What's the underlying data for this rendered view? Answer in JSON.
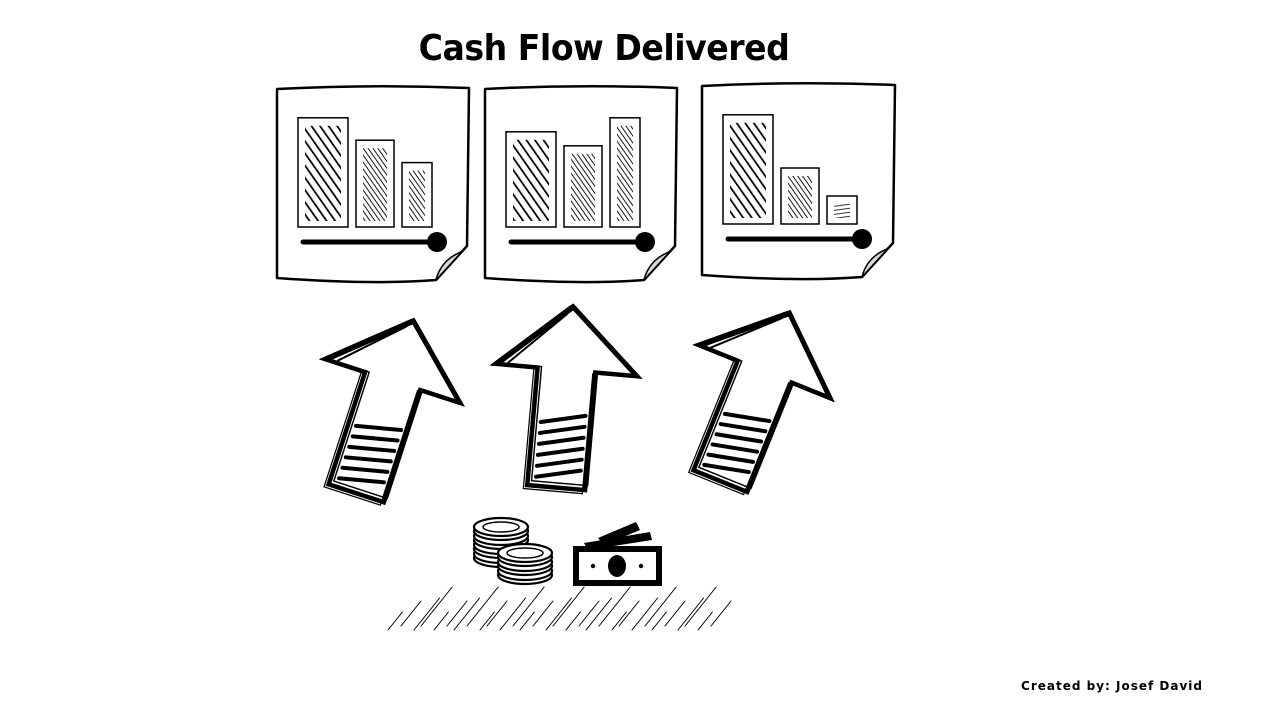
{
  "diagram": {
    "title": "Cash Flow Delivered",
    "credit": "Created by: Josef David"
  },
  "panels": [
    {
      "bars": [
        0.78,
        0.62,
        0.46
      ]
    },
    {
      "bars": [
        0.68,
        0.58,
        0.78
      ]
    },
    {
      "bars": [
        0.78,
        0.4,
        0.2
      ]
    }
  ],
  "icons": {
    "arrow": "up-arrow-icon",
    "coins": "coin-stack-icon",
    "bill": "banknote-icon"
  },
  "colors": {
    "ink": "#000000",
    "paper": "#ffffff",
    "curl": "#d9d9d9"
  }
}
